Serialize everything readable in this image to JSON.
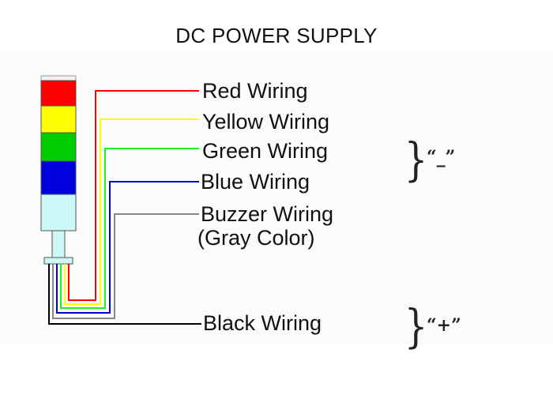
{
  "title": "DC POWER SUPPLY",
  "wires": [
    {
      "label": "Red Wiring",
      "color": "#ff0000"
    },
    {
      "label": "Yellow Wiring",
      "color": "#ffff00"
    },
    {
      "label": "Green Wiring",
      "color": "#22ee22"
    },
    {
      "label": "Blue Wiring",
      "color": "#0000cc"
    },
    {
      "label": "Buzzer Wiring",
      "label_line2": "(Gray Color)",
      "color": "#888888"
    },
    {
      "label": "Black Wiring",
      "color": "#000000"
    }
  ],
  "polarity": {
    "negative_sign": "“_”",
    "positive_sign": "“+”"
  },
  "tower_lamp": {
    "segments": [
      {
        "name": "red",
        "color": "#ff0000"
      },
      {
        "name": "yellow",
        "color": "#ffff00"
      },
      {
        "name": "green",
        "color": "#00cc00"
      },
      {
        "name": "blue",
        "color": "#0000dd"
      },
      {
        "name": "buzzer",
        "color": "#ccf8f8"
      }
    ]
  }
}
